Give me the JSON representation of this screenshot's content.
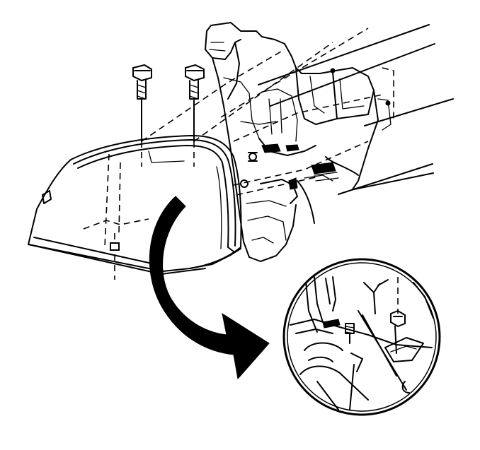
{
  "diagram": {
    "colors": {
      "ink": "#000000",
      "paper": "#ffffff"
    },
    "parts": [
      "headlamp-assembly",
      "upper-mounting-bolt-left",
      "upper-mounting-bolt-right",
      "vehicle-front-end-structure",
      "removal-direction-arrow",
      "detail-view-circle"
    ]
  }
}
